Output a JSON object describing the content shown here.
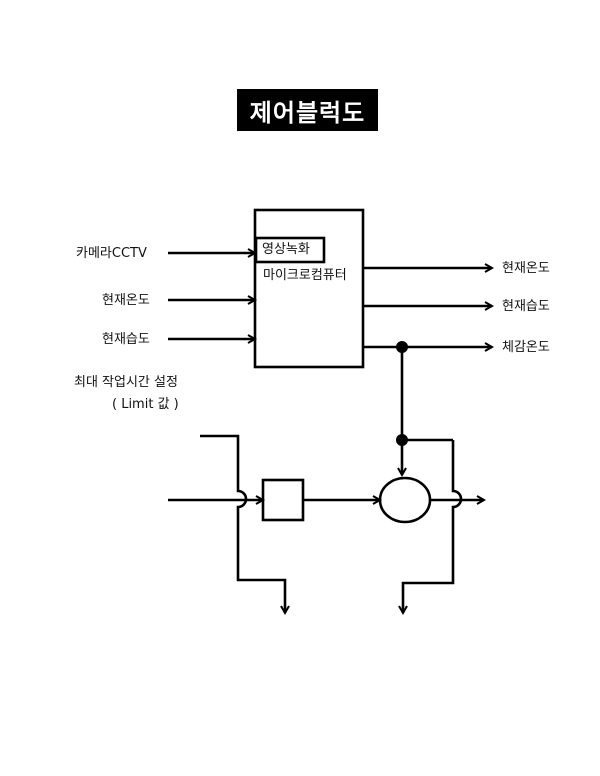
{
  "title": "제어블럭도",
  "processor": {
    "sub_box_label": "영상녹화",
    "name": "마이크로컴퓨터"
  },
  "inputs": {
    "camera": "카메라CCTV",
    "temperature": "현재온도",
    "humidity": "현재습도"
  },
  "outputs": {
    "temperature": "현재온도",
    "humidity": "현재습도",
    "feel_temperature": "체감온도"
  },
  "setting": {
    "line1": "최대 작업시간 설정",
    "line2": "( Limit 값 )"
  }
}
